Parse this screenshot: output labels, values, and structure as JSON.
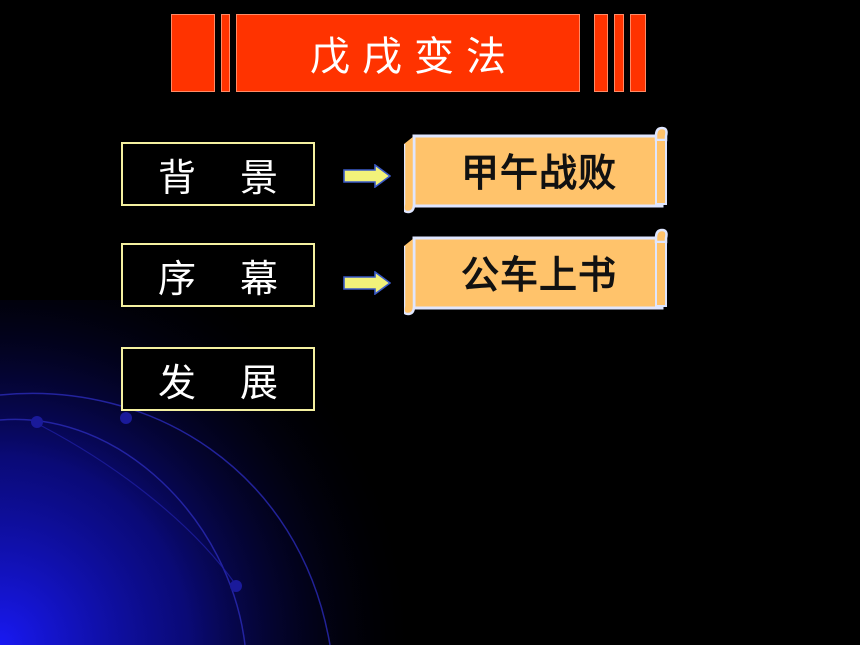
{
  "title": "戊戌变法",
  "rows": [
    {
      "label": "背景",
      "detail": "甲午战败"
    },
    {
      "label": "序幕",
      "detail": "公车上书"
    },
    {
      "label": "发展"
    }
  ],
  "colors": {
    "background": "#000000",
    "banner": "#ff3300",
    "box_border": "#f4f0a0",
    "scroll_fill": "#ffc36b",
    "arrow_fill": "#f2f27a"
  },
  "icons": [
    "right-arrow-icon",
    "scroll-icon"
  ]
}
